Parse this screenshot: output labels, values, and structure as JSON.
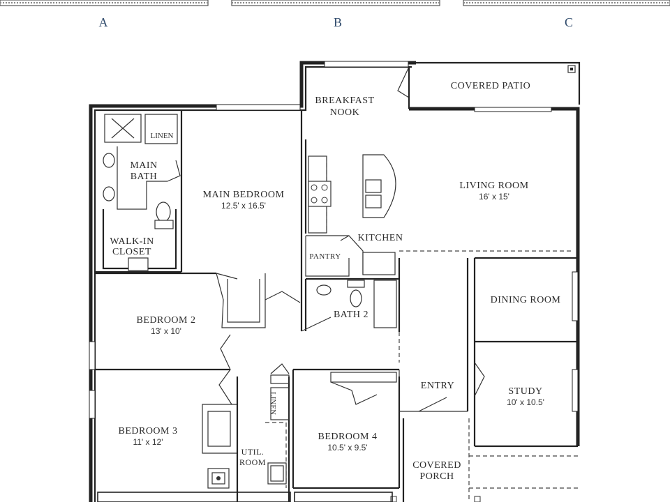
{
  "elevations": [
    "A",
    "B",
    "C"
  ],
  "rooms": {
    "covered_patio": "COVERED PATIO",
    "breakfast_nook_1": "BREAKFAST",
    "breakfast_nook_2": "NOOK",
    "linen_top": "LINEN",
    "main_bath_1": "MAIN",
    "main_bath_2": "BATH",
    "main_bedroom": "MAIN BEDROOM",
    "main_bedroom_dim": "12.5' x 16.5'",
    "living_room": "LIVING ROOM",
    "living_room_dim": "16' x 15'",
    "walk_in_closet_1": "WALK-IN",
    "walk_in_closet_2": "CLOSET",
    "kitchen": "KITCHEN",
    "pantry": "PANTRY",
    "dining_room": "DINING ROOM",
    "bath_2": "BATH 2",
    "bedroom_2": "BEDROOM 2",
    "bedroom_2_dim": "13' x 10'",
    "entry": "ENTRY",
    "study": "STUDY",
    "study_dim": "10' x 10.5'",
    "linen_hall": "LINEN",
    "bedroom_3": "BEDROOM 3",
    "bedroom_3_dim": "11' x 12'",
    "util_room_1": "UTIL.",
    "util_room_2": "ROOM",
    "bedroom_4": "BEDROOM 4",
    "bedroom_4_dim": "10.5' x 9.5'",
    "covered_porch_1": "COVERED",
    "covered_porch_2": "PORCH"
  }
}
